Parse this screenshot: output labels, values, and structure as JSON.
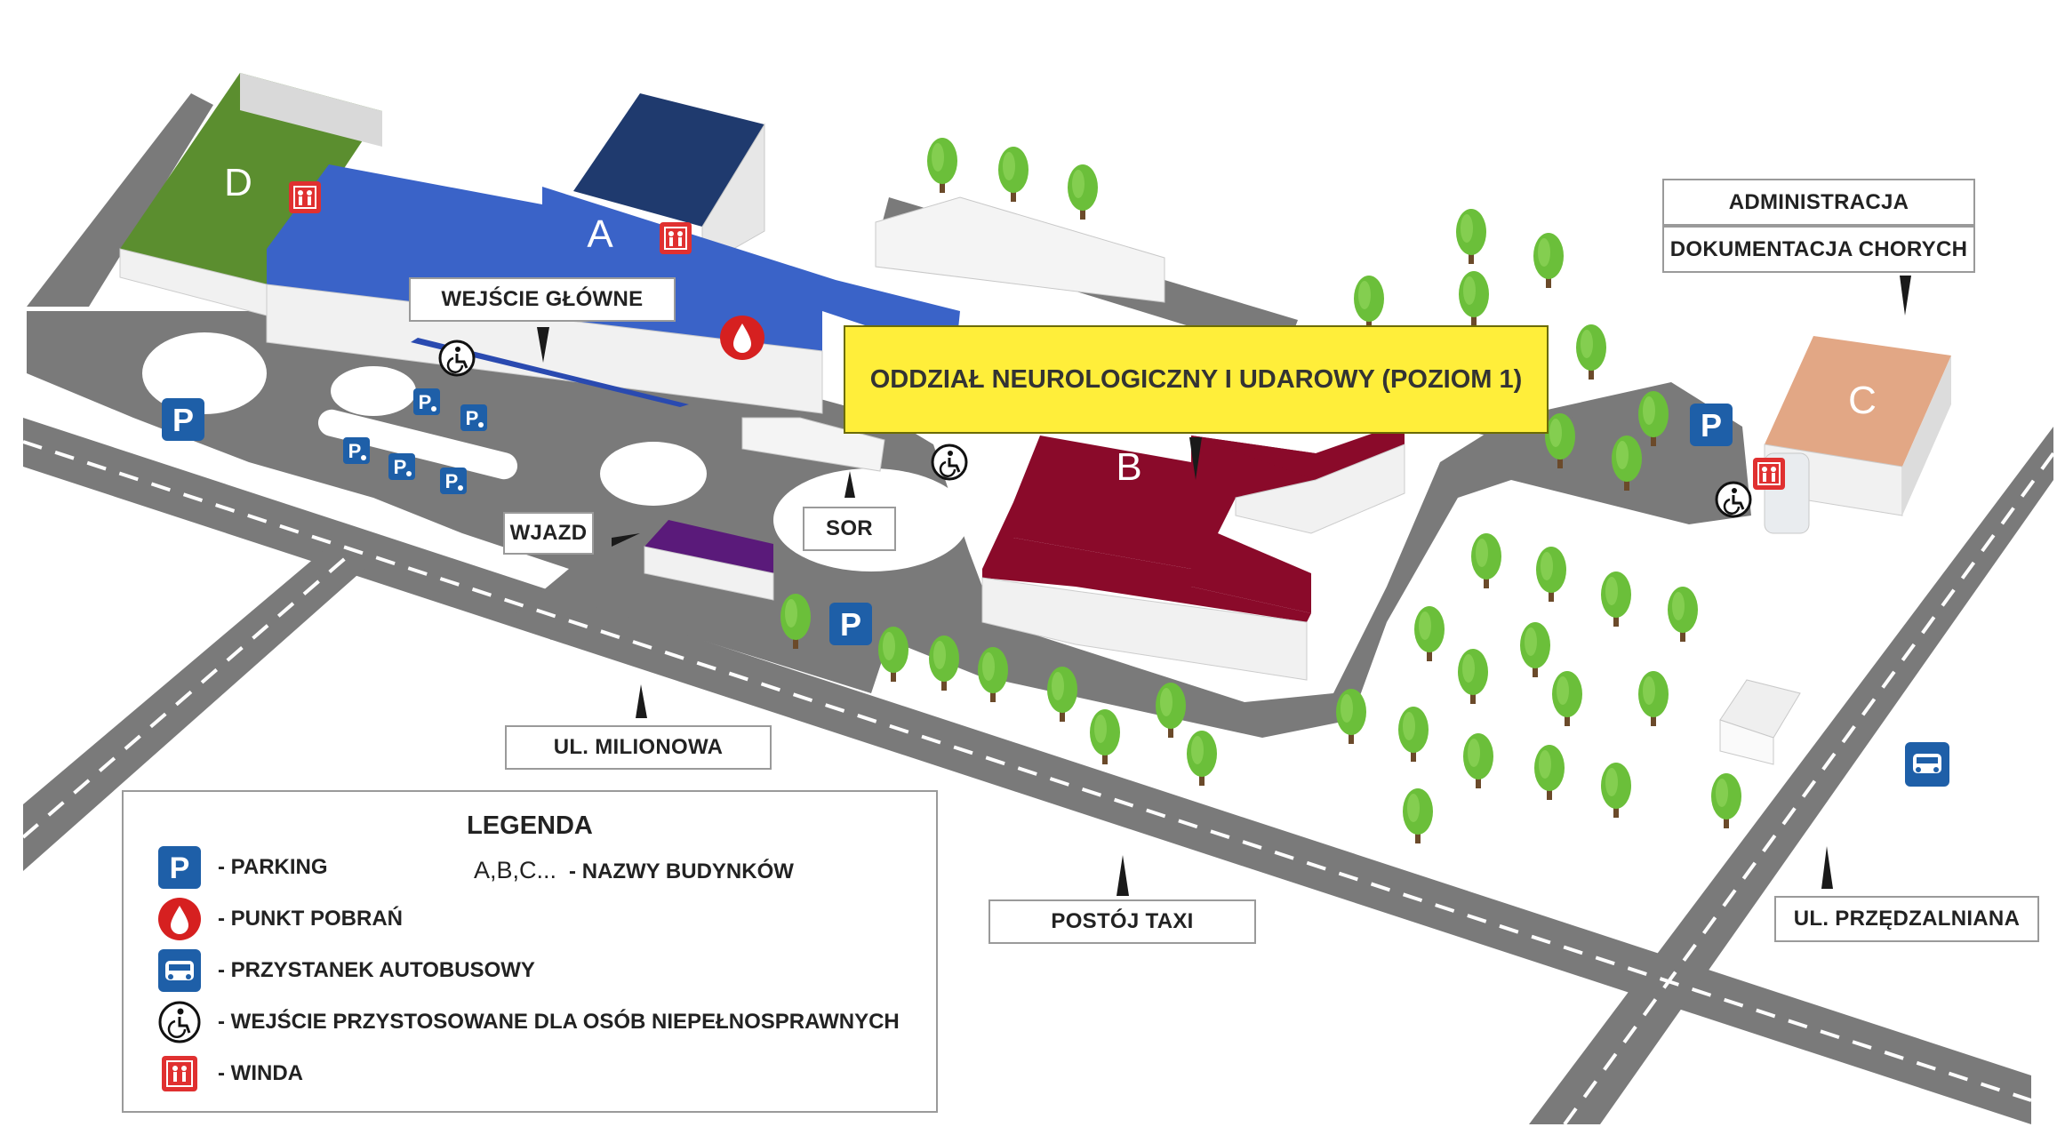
{
  "buildings": {
    "a": "A",
    "b": "B",
    "c": "C",
    "d": "D"
  },
  "labels": {
    "main_entrance": "WEJŚCIE GŁÓWNE",
    "sor": "SOR",
    "entry": "WJAZD",
    "administration": "ADMINISTRACJA",
    "records": "DOKUMENTACJA CHORYCH",
    "street_milionowa": "UL. MILIONOWA",
    "taxi": "POSTÓJ TAXI",
    "street_przedzalniana": "UL. PRZĘDZALNIANA",
    "highlight": "ODDZIAŁ NEUROLOGICZNY I UDAROWY (POZIOM 1)"
  },
  "legend": {
    "title": "LEGENDA",
    "parking": "- PARKING",
    "building_names_sample": "A,B,C...",
    "building_names": "- NAZWY BUDYNKÓW",
    "blood_point": "- PUNKT POBRAŃ",
    "bus_stop": "- PRZYSTANEK AUTOBUSOWY",
    "accessible": "- WEJŚCIE PRZYSTOSOWANE DLA OSÓB NIEPEŁNOSPRAWNYCH",
    "elevator": "- WINDA"
  },
  "icon_letters": {
    "parking": "P"
  },
  "colors": {
    "building_a": "#3a63c8",
    "building_a_tower": "#1f3a6e",
    "building_b": "#8a0a2a",
    "building_c": "#e2a785",
    "building_d": "#5b8e2f",
    "purple_building": "#5a1a7a",
    "road": "#7a7a7a",
    "tree": "#6bbf3a",
    "parking_blue": "#1e5fa8",
    "blood_red": "#d62020",
    "elevator_red": "#e03030",
    "highlight_yellow": "#ffee3a"
  }
}
